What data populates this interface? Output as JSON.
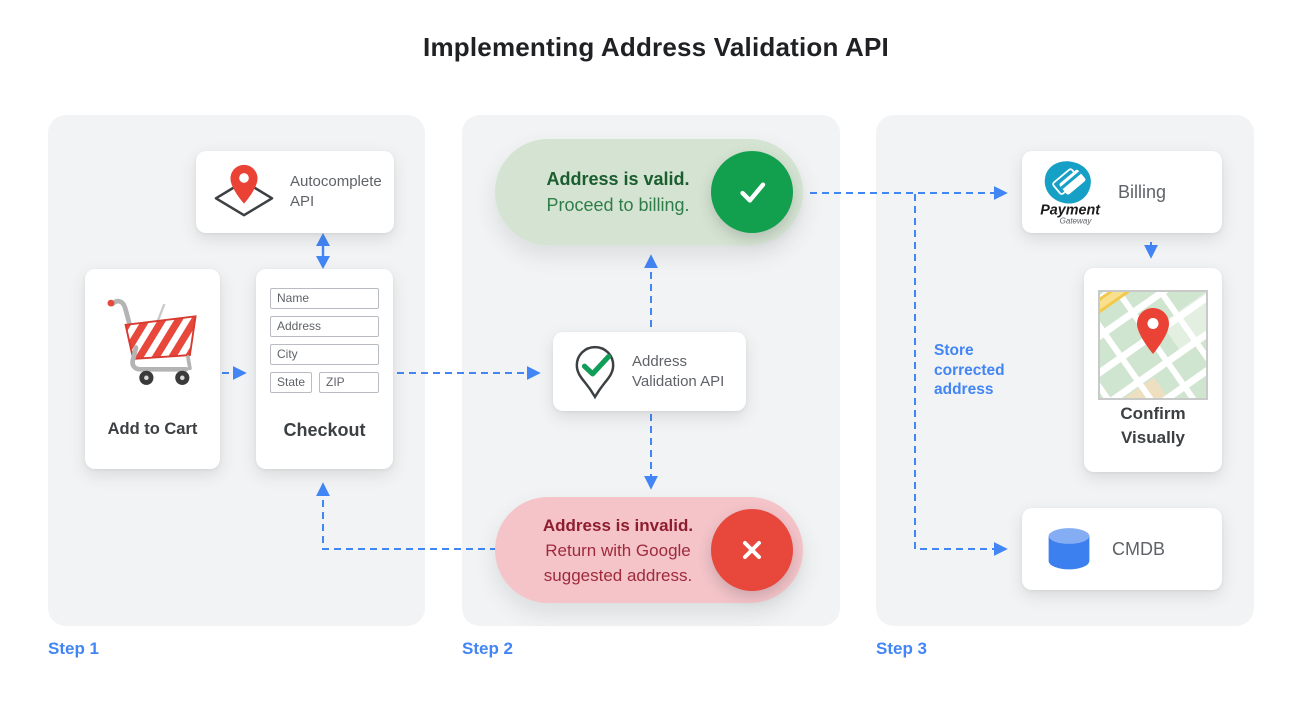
{
  "title": "Implementing Address Validation API",
  "steps": [
    {
      "label": "Step 1"
    },
    {
      "label": "Step 2"
    },
    {
      "label": "Step 3"
    }
  ],
  "step1": {
    "autocomplete_card": {
      "label": "Autocomplete API",
      "icon": "map-pin-diamond-icon"
    },
    "add_to_cart_card": {
      "label": "Add to Cart",
      "icon": "shopping-cart-icon"
    },
    "checkout_card": {
      "label": "Checkout",
      "fields": [
        "Name",
        "Address",
        "City",
        "State",
        "ZIP"
      ]
    }
  },
  "step2": {
    "valid_pill": {
      "title": "Address is valid.",
      "subtitle": "Proceed to billing.",
      "icon": "check-icon"
    },
    "validation_card": {
      "label": "Address Validation API",
      "icon": "map-pin-check-icon"
    },
    "invalid_pill": {
      "title": "Address is invalid.",
      "subtitle": "Return with Google suggested address.",
      "icon": "x-icon"
    }
  },
  "step3": {
    "billing_card": {
      "label": "Billing",
      "logo_title": "Payment",
      "logo_subtitle": "Gateway",
      "icon": "payment-gateway-logo"
    },
    "confirm_card": {
      "label": "Confirm Visually",
      "icon": "map-thumbnail-image"
    },
    "cmdb_card": {
      "label": "CMDB",
      "icon": "database-icon"
    },
    "store_note": "Store corrected address"
  },
  "colors": {
    "accent_blue": "#4285F4",
    "panel_bg": "#F1F3F4",
    "card_bg": "#FFFFFF",
    "text_dark": "#3C4043",
    "text_gray": "#5F6368",
    "valid_pill_bg": "#D5E4D2",
    "valid_text": "#1A5D2F",
    "valid_circle": "#12A04E",
    "invalid_pill_bg": "#F4C4C9",
    "invalid_text": "#8E1D2E",
    "invalid_circle": "#E8473C",
    "pin_red": "#EA4335",
    "gateway_teal": "#16A0C6",
    "db_blue": "#4285F4"
  }
}
